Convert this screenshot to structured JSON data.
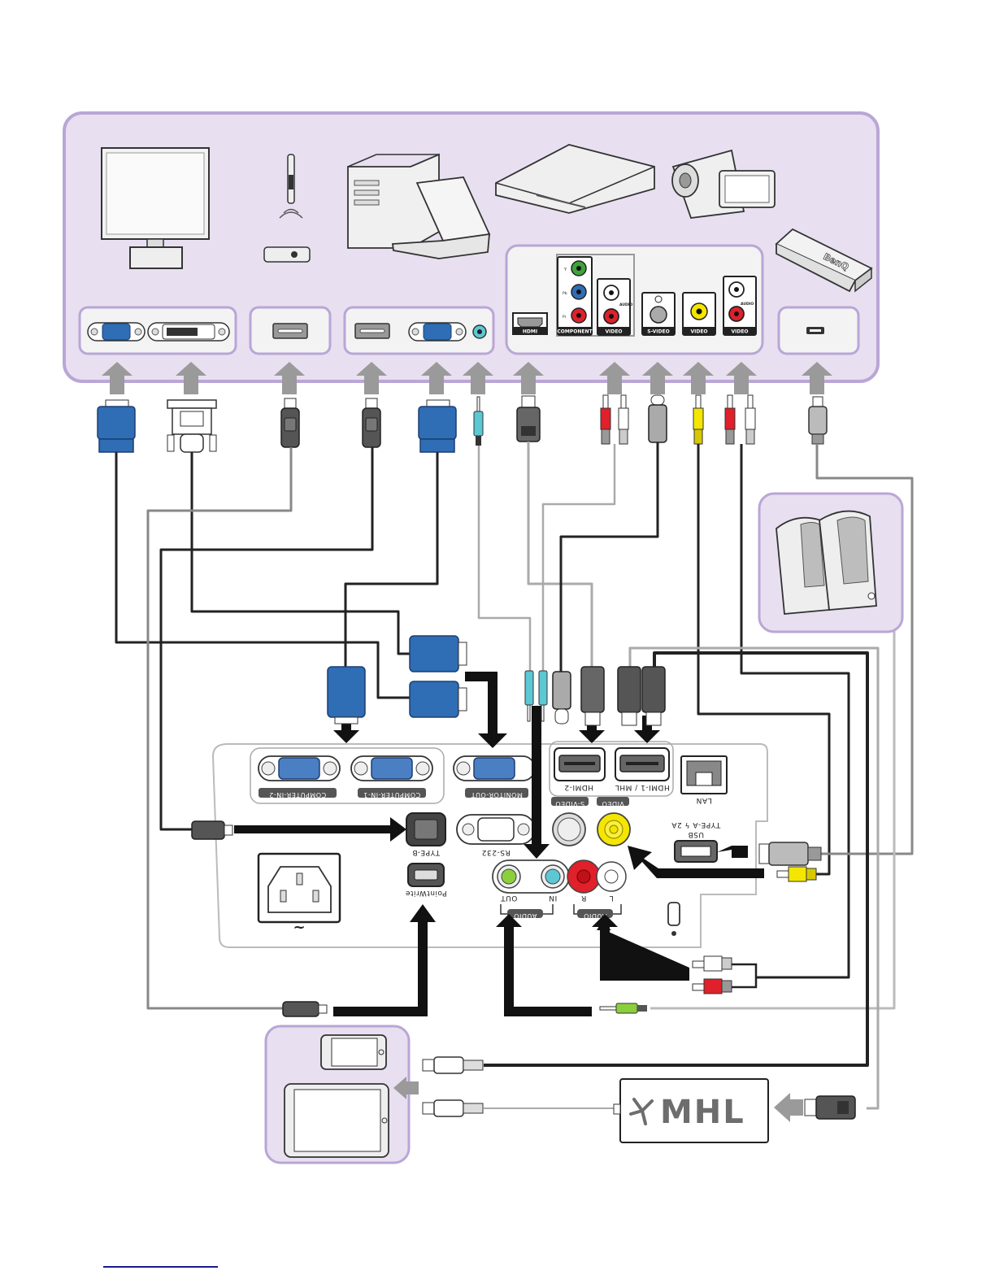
{
  "diagram": {
    "title": "Projector connection diagram",
    "colors": {
      "panel_fill": "#e8dff0",
      "panel_border": "#b9a6d6",
      "vga_blue": "#2f6db5",
      "rca_red": "#e0202a",
      "rca_white": "#ffffff",
      "rca_yellow": "#f4e600",
      "audio_cyan": "#5cc8d4",
      "audio_green": "#8ccf3c",
      "cable_dark": "#222222",
      "cable_light": "#aaaaaa",
      "arrow_gray": "#9a9a9a"
    },
    "source_devices": [
      {
        "name": "monitor",
        "label": "Monitor"
      },
      {
        "name": "pointwrite-pen",
        "label": "PointWrite pen and receiver"
      },
      {
        "name": "computer",
        "label": "Desktop / Notebook computer"
      },
      {
        "name": "av-device",
        "label": "A/V device"
      },
      {
        "name": "camcorder",
        "label": "Camcorder"
      },
      {
        "name": "wireless-dongle",
        "label": "BenQ dongle",
        "brand": "BenQ"
      },
      {
        "name": "speakers",
        "label": "Speakers"
      },
      {
        "name": "smart-devices",
        "label": "Smartphone / Tablet"
      }
    ],
    "av_panel_labels": {
      "hdmi": "HDMI",
      "component": "COMPONENT",
      "video_audio": "VIDEO",
      "audio": "AUDIO",
      "svideo": "S-VIDEO",
      "video": "VIDEO",
      "video_audio2": "VIDEO",
      "audio2": "AUDIO",
      "comp_y": "Y",
      "comp_pb": "Pb",
      "comp_pr": "Pr"
    },
    "projector_ports": {
      "computer_in_2": "COMPUTER-IN-2",
      "computer_in_1": "COMPUTER-IN-1",
      "monitor_out": "MONITOR-OUT",
      "hdmi_2": "HDMI-2",
      "hdmi_1_mhl": "HDMI-1 / MHL",
      "lan": "LAN",
      "svideo": "S-VIDEO",
      "video": "VIDEO",
      "usb_type_a_line1": "TYPE-A ϟ 2A",
      "usb_type_a_line2": "USB",
      "type_b": "TYPE-B",
      "rs232": "RS-232",
      "pointwrite": "PointWrite",
      "audio_out": "OUT",
      "audio_in": "IN",
      "audio_r": "R",
      "audio_l": "L",
      "audio_group_1": "AUDIO",
      "audio_group_2": "AUDIO",
      "power_symbol": "~"
    },
    "mhl_adapter": {
      "logo_text": "MHL"
    }
  }
}
